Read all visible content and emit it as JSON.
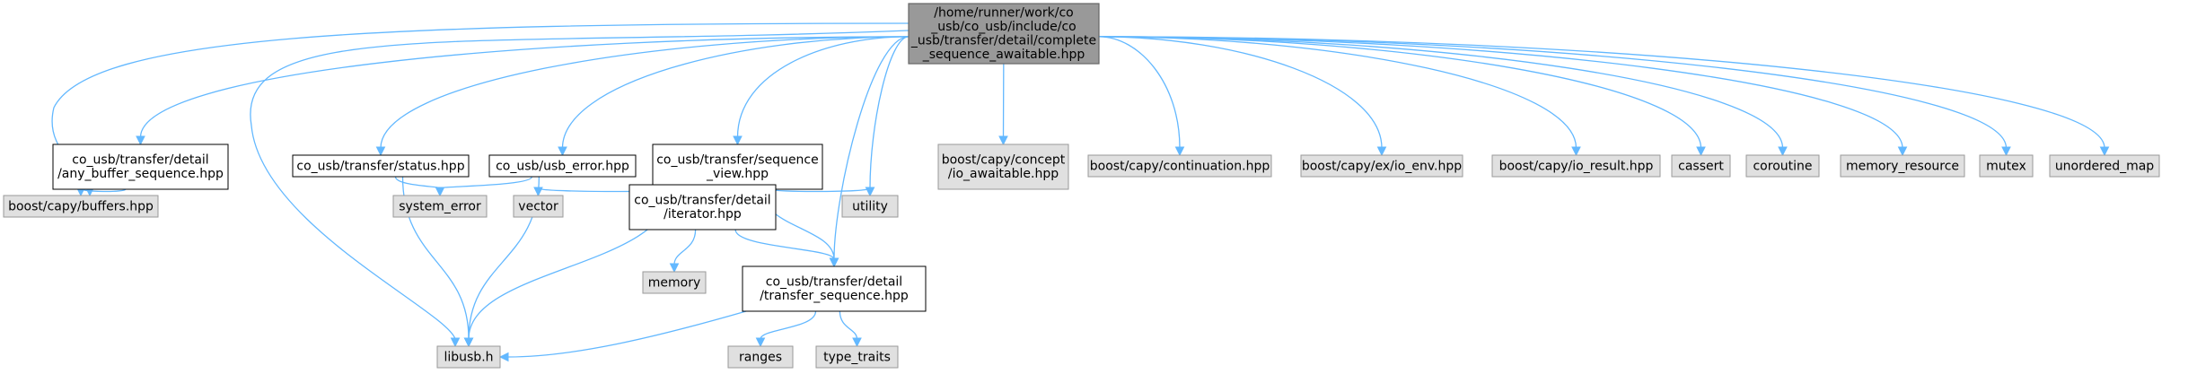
{
  "graph": {
    "nodes": {
      "root": [
        "/home/runner/work/co",
        "_usb/co_usb/include/co",
        "_usb/transfer/detail/complete",
        "_sequence_awaitable.hpp"
      ],
      "any_buffer_sequence": [
        "co_usb/transfer/detail",
        "/any_buffer_sequence.hpp"
      ],
      "buffers": [
        "boost/capy/buffers.hpp"
      ],
      "libusb": [
        "libusb.h"
      ],
      "status": [
        "co_usb/transfer/status.hpp"
      ],
      "system_error": [
        "system_error"
      ],
      "usb_error": [
        "co_usb/usb_error.hpp"
      ],
      "sequence_view": [
        "co_usb/transfer/sequence",
        "_view.hpp"
      ],
      "vector": [
        "vector"
      ],
      "iterator": [
        "co_usb/transfer/detail",
        "/iterator.hpp"
      ],
      "memory": [
        "memory"
      ],
      "transfer_sequence": [
        "co_usb/transfer/detail",
        "/transfer_sequence.hpp"
      ],
      "ranges": [
        "ranges"
      ],
      "type_traits": [
        "type_traits"
      ],
      "utility": [
        "utility"
      ],
      "io_awaitable": [
        "boost/capy/concept",
        "/io_awaitable.hpp"
      ],
      "continuation": [
        "boost/capy/continuation.hpp"
      ],
      "io_env": [
        "boost/capy/ex/io_env.hpp"
      ],
      "io_result": [
        "boost/capy/io_result.hpp"
      ],
      "cassert": [
        "cassert"
      ],
      "coroutine": [
        "coroutine"
      ],
      "memory_resource": [
        "memory_resource"
      ],
      "mutex": [
        "mutex"
      ],
      "unordered_map": [
        "unordered_map"
      ]
    },
    "edges": [
      [
        "root",
        "any_buffer_sequence"
      ],
      [
        "root",
        "buffers"
      ],
      [
        "root",
        "libusb"
      ],
      [
        "root",
        "status"
      ],
      [
        "root",
        "usb_error"
      ],
      [
        "root",
        "sequence_view"
      ],
      [
        "root",
        "utility"
      ],
      [
        "root",
        "transfer_sequence"
      ],
      [
        "root",
        "io_awaitable"
      ],
      [
        "root",
        "continuation"
      ],
      [
        "root",
        "io_env"
      ],
      [
        "root",
        "io_result"
      ],
      [
        "root",
        "cassert"
      ],
      [
        "root",
        "coroutine"
      ],
      [
        "root",
        "memory_resource"
      ],
      [
        "root",
        "mutex"
      ],
      [
        "root",
        "unordered_map"
      ],
      [
        "any_buffer_sequence",
        "buffers"
      ],
      [
        "status",
        "libusb"
      ],
      [
        "status",
        "system_error"
      ],
      [
        "usb_error",
        "libusb"
      ],
      [
        "usb_error",
        "system_error"
      ],
      [
        "sequence_view",
        "libusb"
      ],
      [
        "sequence_view",
        "vector"
      ],
      [
        "sequence_view",
        "iterator"
      ],
      [
        "sequence_view",
        "transfer_sequence"
      ],
      [
        "sequence_view",
        "utility"
      ],
      [
        "iterator",
        "memory"
      ],
      [
        "iterator",
        "transfer_sequence"
      ],
      [
        "transfer_sequence",
        "libusb"
      ],
      [
        "transfer_sequence",
        "ranges"
      ],
      [
        "transfer_sequence",
        "type_traits"
      ]
    ]
  },
  "colors": {
    "edge": "#63b8ff",
    "root_fill": "#999999",
    "local_fill": "#ffffff",
    "external_fill": "#e0e0e0"
  }
}
